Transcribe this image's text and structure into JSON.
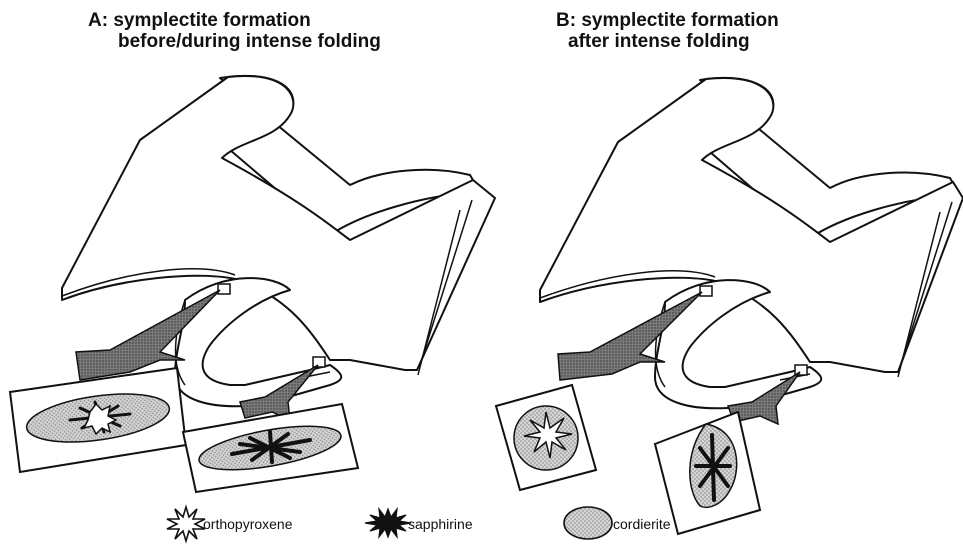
{
  "panels": {
    "a": {
      "title_line1": "A: symplectite formation",
      "title_line2": "before/during intense folding"
    },
    "b": {
      "title_line1": "B: symplectite formation",
      "title_line2": "after intense folding"
    }
  },
  "legend": {
    "orthopyroxene": "orthopyroxene",
    "sapphirine": "sapphirine",
    "cordierite": "cordierite"
  },
  "colors": {
    "ink": "#111111",
    "arrow_fill": "#7a7a7a",
    "cordierite_fill": "#c9c9c9",
    "paper": "#ffffff"
  },
  "icons": [
    "orthopyroxene-symbol-icon",
    "sapphirine-symbol-icon",
    "cordierite-symbol-icon"
  ]
}
